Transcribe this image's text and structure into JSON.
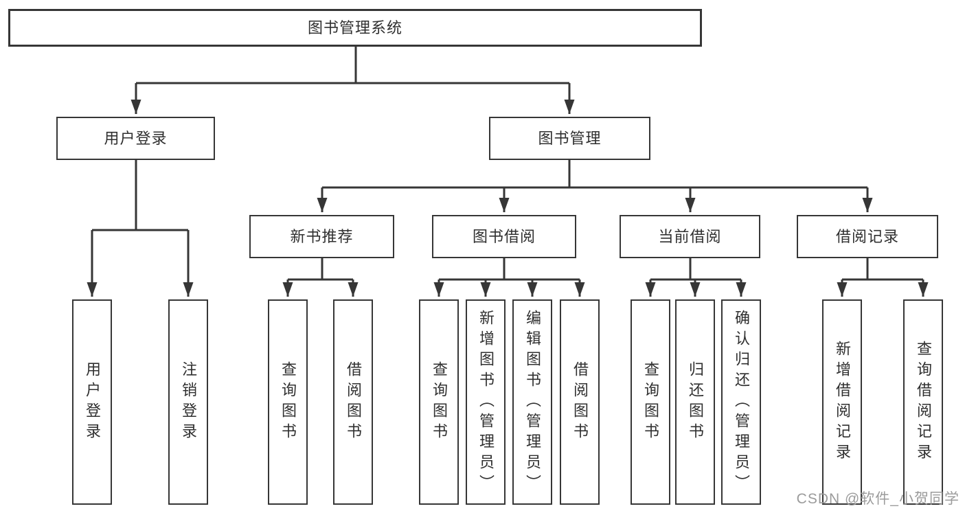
{
  "diagram_type": "hierarchy-tree",
  "colors": {
    "background": "#ffffff",
    "line": "#363636",
    "text": "#2f2f2f",
    "watermark": "#9b9b9b"
  },
  "tree": {
    "root": {
      "label": "图书管理系统",
      "children": [
        {
          "label": "用户登录",
          "children": [
            {
              "label": "用户登录"
            },
            {
              "label": "注销登录"
            }
          ]
        },
        {
          "label": "图书管理",
          "children": [
            {
              "label": "新书推荐",
              "children": [
                {
                  "label": "查询图书"
                },
                {
                  "label": "借阅图书"
                }
              ]
            },
            {
              "label": "图书借阅",
              "children": [
                {
                  "label": "查询图书"
                },
                {
                  "label": "新增图书（管理员）"
                },
                {
                  "label": "编辑图书（管理员）"
                },
                {
                  "label": "借阅图书"
                }
              ]
            },
            {
              "label": "当前借阅",
              "children": [
                {
                  "label": "查询图书"
                },
                {
                  "label": "归还图书"
                },
                {
                  "label": "确认归还（管理员）"
                }
              ]
            },
            {
              "label": "借阅记录",
              "children": [
                {
                  "label": "新增借阅记录"
                },
                {
                  "label": "查询借阅记录"
                }
              ]
            }
          ]
        }
      ]
    }
  },
  "watermark": {
    "text": "CSDN @软件_小贺同学"
  }
}
